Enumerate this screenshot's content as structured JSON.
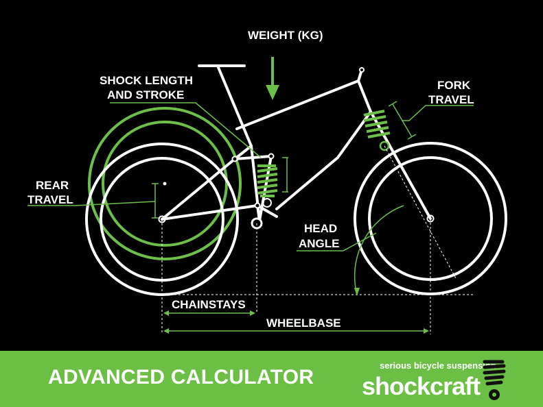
{
  "labels": {
    "weight": "WEIGHT (KG)",
    "shock_line1": "SHOCK LENGTH",
    "shock_line2": "AND STROKE",
    "fork_line1": "FORK",
    "fork_line2": "TRAVEL",
    "rear_line1": "REAR",
    "rear_line2": "TRAVEL",
    "head_line1": "HEAD",
    "head_line2": "ANGLE",
    "chainstays": "CHAINSTAYS",
    "wheelbase": "WHEELBASE"
  },
  "footer": {
    "title": "ADVANCED CALCULATOR",
    "tagline": "serious bicycle suspension",
    "brand": "shockcraft"
  },
  "colors": {
    "background": "#000000",
    "accent_green": "#6cc04a",
    "footer_green": "#6cbf45",
    "line_white": "#ffffff"
  }
}
